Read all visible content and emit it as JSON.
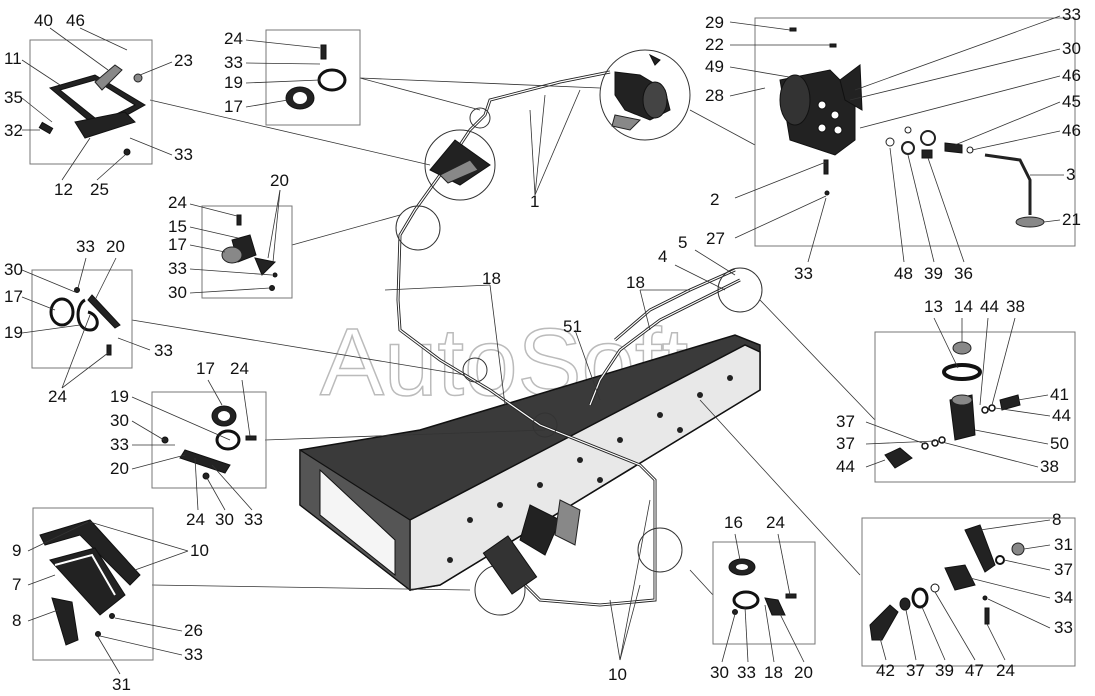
{
  "watermark": "AutoSoft",
  "labels": {
    "box_tl": [
      "40",
      "46",
      "11",
      "23",
      "35",
      "32",
      "12",
      "25",
      "33"
    ],
    "box_clamp_top": [
      "24",
      "33",
      "19",
      "17"
    ],
    "box_mid_left": [
      "24",
      "15",
      "17",
      "33",
      "30",
      "20"
    ],
    "box_left": [
      "33",
      "20",
      "30",
      "17",
      "19",
      "33",
      "24"
    ],
    "box_lower_left": [
      "17",
      "24",
      "19",
      "30",
      "33",
      "20",
      "24",
      "30",
      "33"
    ],
    "box_bottom_left": [
      "9",
      "10",
      "7",
      "8",
      "26",
      "33",
      "31"
    ],
    "box_valve_tr": [
      "29",
      "22",
      "49",
      "28",
      "33",
      "30",
      "46",
      "45",
      "46",
      "3",
      "2",
      "27",
      "21",
      "33",
      "48",
      "39",
      "36"
    ],
    "center": [
      "1",
      "18",
      "5",
      "4",
      "18",
      "51",
      "10"
    ],
    "box_right_mid": [
      "13",
      "14",
      "44",
      "38",
      "41",
      "37",
      "44",
      "37",
      "50",
      "44",
      "38"
    ],
    "box_bottom_mid": [
      "16",
      "24",
      "30",
      "33",
      "18",
      "20"
    ],
    "box_bottom_right": [
      "8",
      "31",
      "37",
      "34",
      "33",
      "42",
      "37",
      "39",
      "47",
      "24"
    ]
  }
}
